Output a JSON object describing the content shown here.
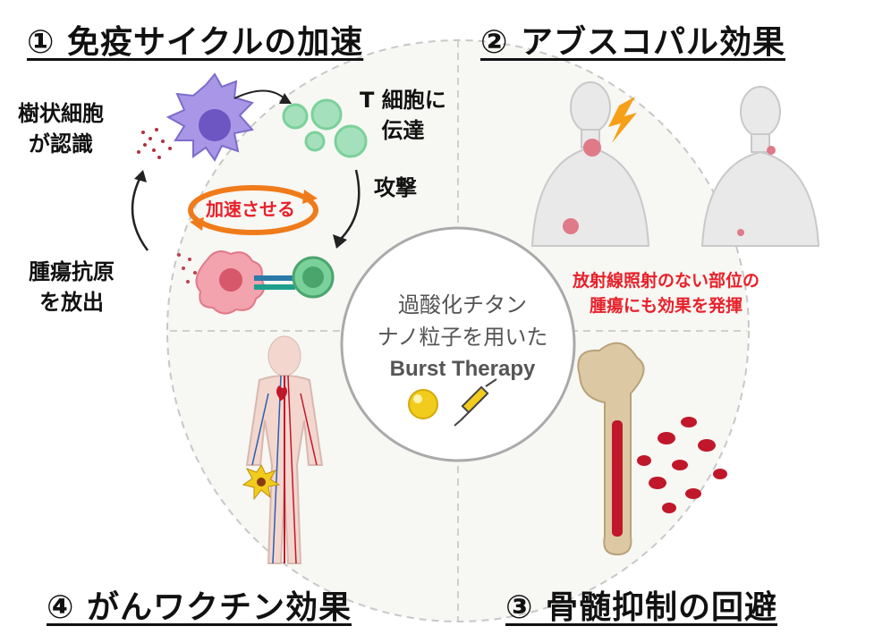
{
  "headings": {
    "q1": "① 免疫サイクルの加速",
    "q2": "② アブスコパル効果",
    "q3": "③ 骨髄抑制の回避",
    "q4": "④ がんワクチン効果"
  },
  "cycle": {
    "dendritic": [
      "樹状細胞",
      "が認識"
    ],
    "tcell": [
      "T 細胞に",
      "伝達"
    ],
    "attack": "攻撃",
    "antigen": [
      "腫瘍抗原",
      "を放出"
    ],
    "accelerate": "加速させる"
  },
  "abscopal_note": [
    "放射線照射のない部位の",
    "腫瘍にも効果を発揮"
  ],
  "center": {
    "line1": "過酸化チタン",
    "line2": "ナノ粒子を用いた",
    "line3": "Burst Therapy"
  },
  "colors": {
    "accent_red": "#e8202a",
    "orange": "#f07b1a",
    "dendritic_purple": "#a996e6",
    "tcell_green": "#7bd19a",
    "tumor_pink": "#e07a88",
    "blood_red": "#c0182a",
    "bone": "#dcc9a3",
    "nanoparticle_yellow": "#f2cc1c"
  }
}
